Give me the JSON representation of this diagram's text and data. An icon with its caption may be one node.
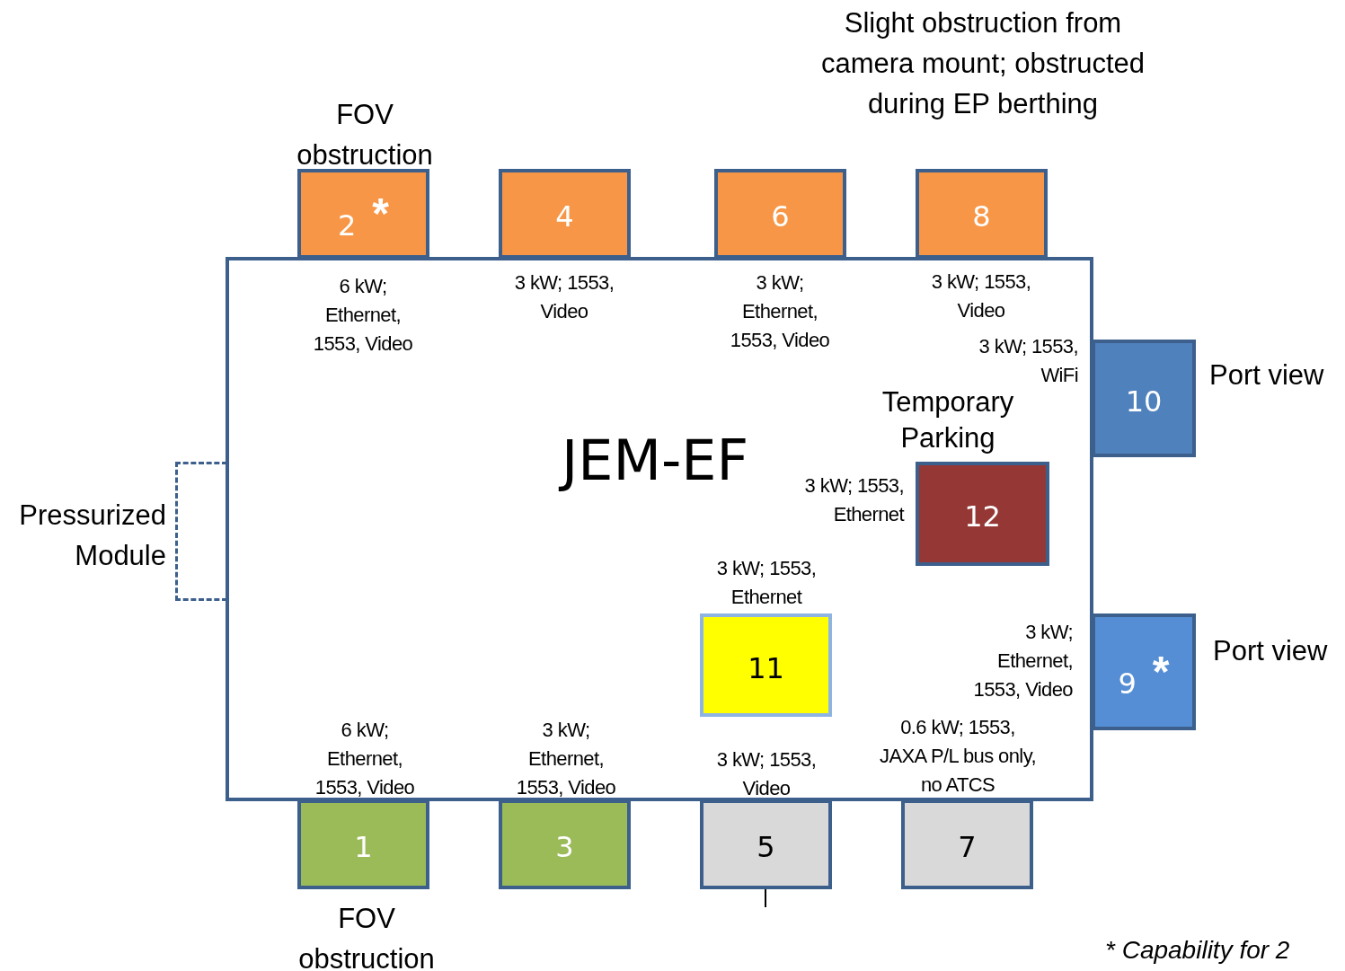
{
  "diagram": {
    "nodes": [
      {
        "text": [
          "JEM-EF"
        ]
      },
      {
        "text": [
          "2",
          "*"
        ],
        "beside": [
          "6 kW; Ethernet, 1553, Video",
          "FOV obstruction"
        ]
      },
      {
        "text": [
          "4"
        ],
        "beside": [
          "3 kW; 1553, Video"
        ]
      },
      {
        "text": [
          "6"
        ],
        "beside": [
          "3 kW; Ethernet, 1553, Video"
        ]
      },
      {
        "text": [
          "8"
        ],
        "beside": [
          "3 kW; 1553, Video",
          "Slight obstruction from camera mount; obstructed during EP berthing"
        ]
      },
      {
        "text": [
          "10"
        ],
        "beside": [
          "3 kW; 1553, WiFi",
          "Port view"
        ]
      },
      {
        "text": [
          "Pressurized Module"
        ]
      },
      {
        "text": [
          "12"
        ],
        "in": 0,
        "beside": [
          "3 kW; 1553, Ethernet",
          "Temporary Parking"
        ]
      },
      {
        "text": [
          "11"
        ],
        "in": 0,
        "beside": [
          "3 kW; 1553, Ethernet"
        ]
      },
      {
        "text": [
          "9",
          "*"
        ],
        "beside": [
          "3 kW; Ethernet, 1553, Video",
          "Port view"
        ]
      },
      {
        "text": [
          "1"
        ],
        "beside": [
          "6 kW; Ethernet, 1553, Video",
          "FOV obstruction"
        ]
      },
      {
        "text": [
          "3"
        ],
        "beside": [
          "3 kW; Ethernet, 1553, Video"
        ]
      },
      {
        "text": [
          "5"
        ],
        "beside": [
          "3 kW; 1553, Video"
        ]
      },
      {
        "text": [
          "7"
        ],
        "beside": [
          "0.6 kW; 1553, JAXA P/L bus only, no ATCS"
        ]
      }
    ],
    "edges": [],
    "labels": [
      "* Capability for 2"
    ]
  }
}
